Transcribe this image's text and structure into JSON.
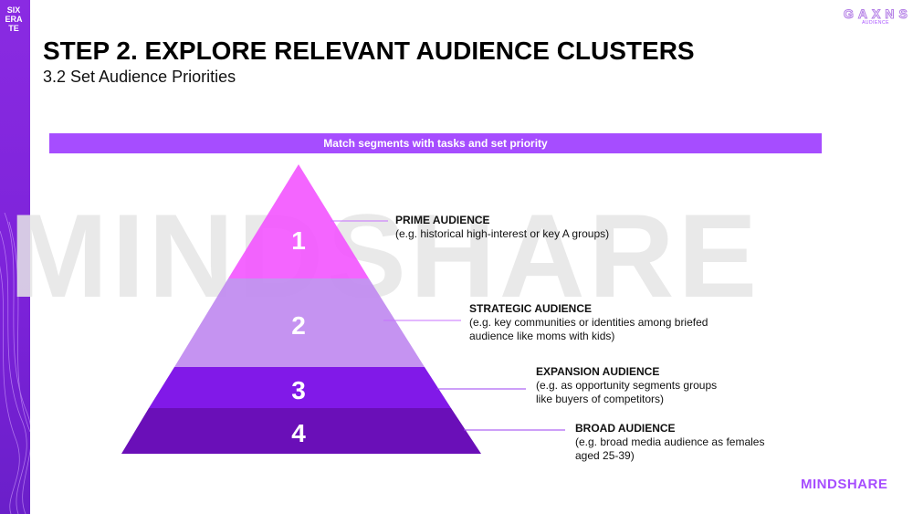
{
  "header": {
    "title": "STEP 2. EXPLORE RELEVANT AUDIENCE CLUSTERS",
    "subtitle": "3.2 Set Audience Priorities"
  },
  "banner": "Match segments with tasks and set priority",
  "watermark": "MINDSHARE",
  "brand": "MINDSHARE",
  "top_logo": {
    "text": "GAXNS",
    "sub": "AUDIENCE"
  },
  "side_logo": [
    "SIX",
    "ERA",
    "TE"
  ],
  "colors": {
    "accent": "#a64dff",
    "sidebar": "#7b22d8",
    "tier1": "#f354ff",
    "tier2": "#c58af0",
    "tier3": "#8119e8",
    "tier4": "#6a0fb8"
  },
  "tiers": [
    {
      "number": "1",
      "name": "PRIME AUDIENCE",
      "desc": "(e.g. historical high-interest or key A groups)"
    },
    {
      "number": "2",
      "name": "STRATEGIC AUDIENCE",
      "desc": "(e.g. key communities or identities among briefed audience like moms with kids)"
    },
    {
      "number": "3",
      "name": "EXPANSION AUDIENCE",
      "desc": "(e.g. as opportunity segments groups like buyers of competitors)"
    },
    {
      "number": "4",
      "name": "BROAD AUDIENCE",
      "desc": "(e.g. broad media audience as females aged 25-39)"
    }
  ]
}
